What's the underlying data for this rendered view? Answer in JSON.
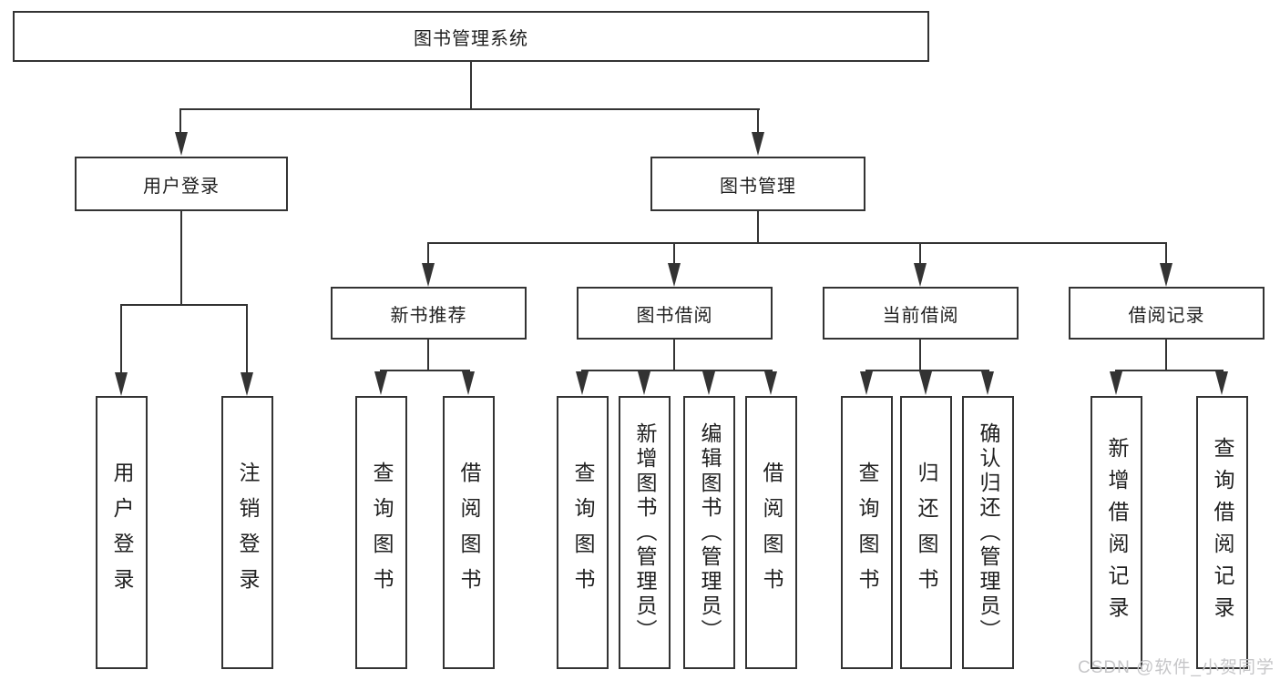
{
  "tree": {
    "root": "图书管理系统",
    "children": [
      {
        "label": "用户登录",
        "children": [
          {
            "label": "用户登录"
          },
          {
            "label": "注销登录"
          }
        ]
      },
      {
        "label": "图书管理",
        "children": [
          {
            "label": "新书推荐",
            "children": [
              {
                "label": "查询图书"
              },
              {
                "label": "借阅图书"
              }
            ]
          },
          {
            "label": "图书借阅",
            "children": [
              {
                "label": "查询图书"
              },
              {
                "label": "新增图书（管理员）"
              },
              {
                "label": "编辑图书（管理员）"
              },
              {
                "label": "借阅图书"
              }
            ]
          },
          {
            "label": "当前借阅",
            "children": [
              {
                "label": "查询图书"
              },
              {
                "label": "归还图书"
              },
              {
                "label": "确认归还（管理员）"
              }
            ]
          },
          {
            "label": "借阅记录",
            "children": [
              {
                "label": "新增借阅记录"
              },
              {
                "label": "查询借阅记录"
              }
            ]
          }
        ]
      }
    ]
  },
  "watermark": {
    "text": "CSDN @软件_小贺同学"
  },
  "colors": {
    "line": "#333333",
    "text": "#1f1f1f",
    "watermark": "#c6c6c8",
    "background": "#ffffff"
  }
}
